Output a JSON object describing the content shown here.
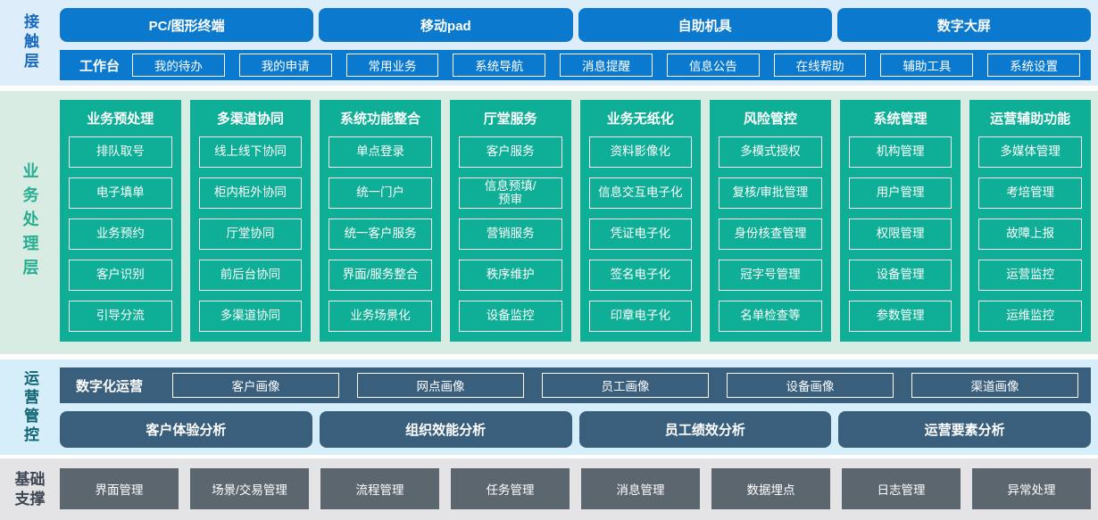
{
  "colors": {
    "contact_accent": "#0b79cd",
    "contact_bg": "#ddeefa",
    "business_accent": "#0fae96",
    "business_bg": "#d8ece4",
    "operations_accent": "#3a5f7c",
    "operations_bg": "#d5eef9",
    "foundation_accent": "#5c666f",
    "foundation_bg": "#e4e4e6",
    "box_text": "#ffffff"
  },
  "layers": {
    "contact": {
      "label": "接触层",
      "terminals": [
        "PC/图形终端",
        "移动pad",
        "自助机具",
        "数字大屏"
      ],
      "workbench": {
        "label": "工作台",
        "items": [
          "我的待办",
          "我的申请",
          "常用业务",
          "系统导航",
          "消息提醒",
          "信息公告",
          "在线帮助",
          "辅助工具",
          "系统设置"
        ]
      }
    },
    "business": {
      "label": "业务处理层",
      "columns": [
        {
          "title": "业务预处理",
          "items": [
            "排队取号",
            "电子填单",
            "业务预约",
            "客户识别",
            "引导分流"
          ]
        },
        {
          "title": "多渠道协同",
          "items": [
            "线上线下协同",
            "柜内柜外协同",
            "厅堂协同",
            "前后台协同",
            "多渠道协同"
          ]
        },
        {
          "title": "系统功能整合",
          "items": [
            "单点登录",
            "统一门户",
            "统一客户服务",
            "界面/服务整合",
            "业务场景化"
          ]
        },
        {
          "title": "厅堂服务",
          "items": [
            "客户服务",
            "信息预填/\n预审",
            "营销服务",
            "秩序维护",
            "设备监控"
          ]
        },
        {
          "title": "业务无纸化",
          "items": [
            "资料影像化",
            "信息交互电子化",
            "凭证电子化",
            "签名电子化",
            "印章电子化"
          ]
        },
        {
          "title": "风险管控",
          "items": [
            "多模式授权",
            "复核/审批管理",
            "身份核查管理",
            "冠字号管理",
            "名单检查等"
          ]
        },
        {
          "title": "系统管理",
          "items": [
            "机构管理",
            "用户管理",
            "权限管理",
            "设备管理",
            "参数管理"
          ]
        },
        {
          "title": "运营辅助功能",
          "items": [
            "多媒体管理",
            "考培管理",
            "故障上报",
            "运营监控",
            "运维监控"
          ]
        }
      ]
    },
    "operations": {
      "label": "运营管控",
      "digital": {
        "label": "数字化运营",
        "items": [
          "客户画像",
          "网点画像",
          "员工画像",
          "设备画像",
          "渠道画像"
        ]
      },
      "analysis": [
        "客户体验分析",
        "组织效能分析",
        "员工绩效分析",
        "运营要素分析"
      ]
    },
    "foundation": {
      "label": "基础支撑",
      "items": [
        "界面管理",
        "场景/交易管理",
        "流程管理",
        "任务管理",
        "消息管理",
        "数据埋点",
        "日志管理",
        "异常处理"
      ]
    }
  }
}
